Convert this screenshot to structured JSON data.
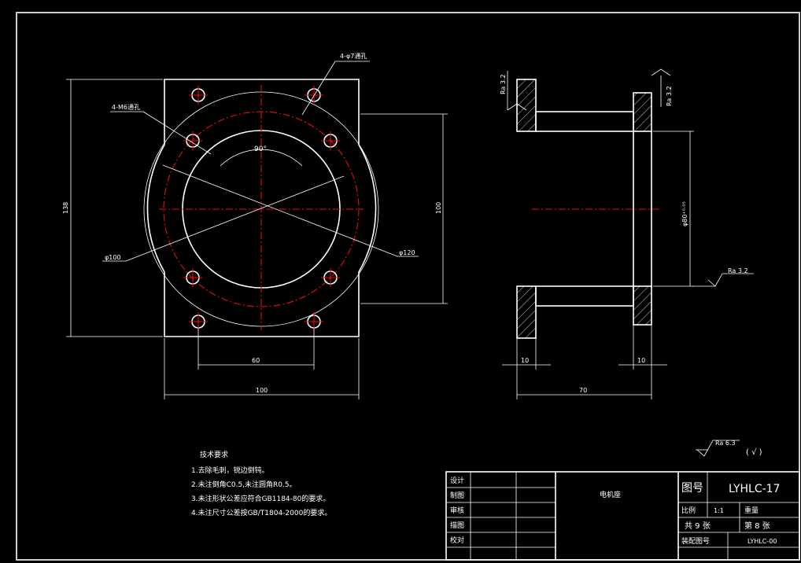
{
  "front_view": {
    "label_4m6": "4-M6通孔",
    "label_4phi7": "4-φ7通孔",
    "angle": "90°",
    "dim_left_height": "138",
    "dim_right_height": "100",
    "dim_phi100": "φ100",
    "dim_phi120": "φ120",
    "dim_60": "60",
    "dim_100": "100"
  },
  "side_view": {
    "ra_left": "Ra 3.2",
    "ra_right": "Ra 3.2",
    "ra_bottom": "Ra 3.2",
    "dim_phi80": "φ80⁺⁰·⁰⁵",
    "dim_10_left": "10",
    "dim_10_right": "10",
    "dim_70": "70"
  },
  "surface": {
    "ra": "Ra 6.3",
    "bracket": "( √ )"
  },
  "notes": {
    "title": "技术要求",
    "items": [
      "1.去除毛刺，锐边倒钝。",
      "2.未注倒角C0.5,未注圆角R0.5。",
      "3.未注形状公差应符合GB1184-80的要求。",
      "4.未注尺寸公差按GB/T1804-2000的要求。"
    ]
  },
  "title_block": {
    "rows": [
      "设计",
      "制图",
      "审核",
      "描图",
      "校对"
    ],
    "part_name": "电机座",
    "drawing_no_label": "图号",
    "drawing_no": "LYHLC-17",
    "scale_label": "比例",
    "scale": "1:1",
    "weight_label": "重量",
    "total_sheets": "共 9 张",
    "sheet_no": "第 8 张",
    "assembly_label": "装配图号",
    "assembly_no": "LYHLC-00"
  }
}
